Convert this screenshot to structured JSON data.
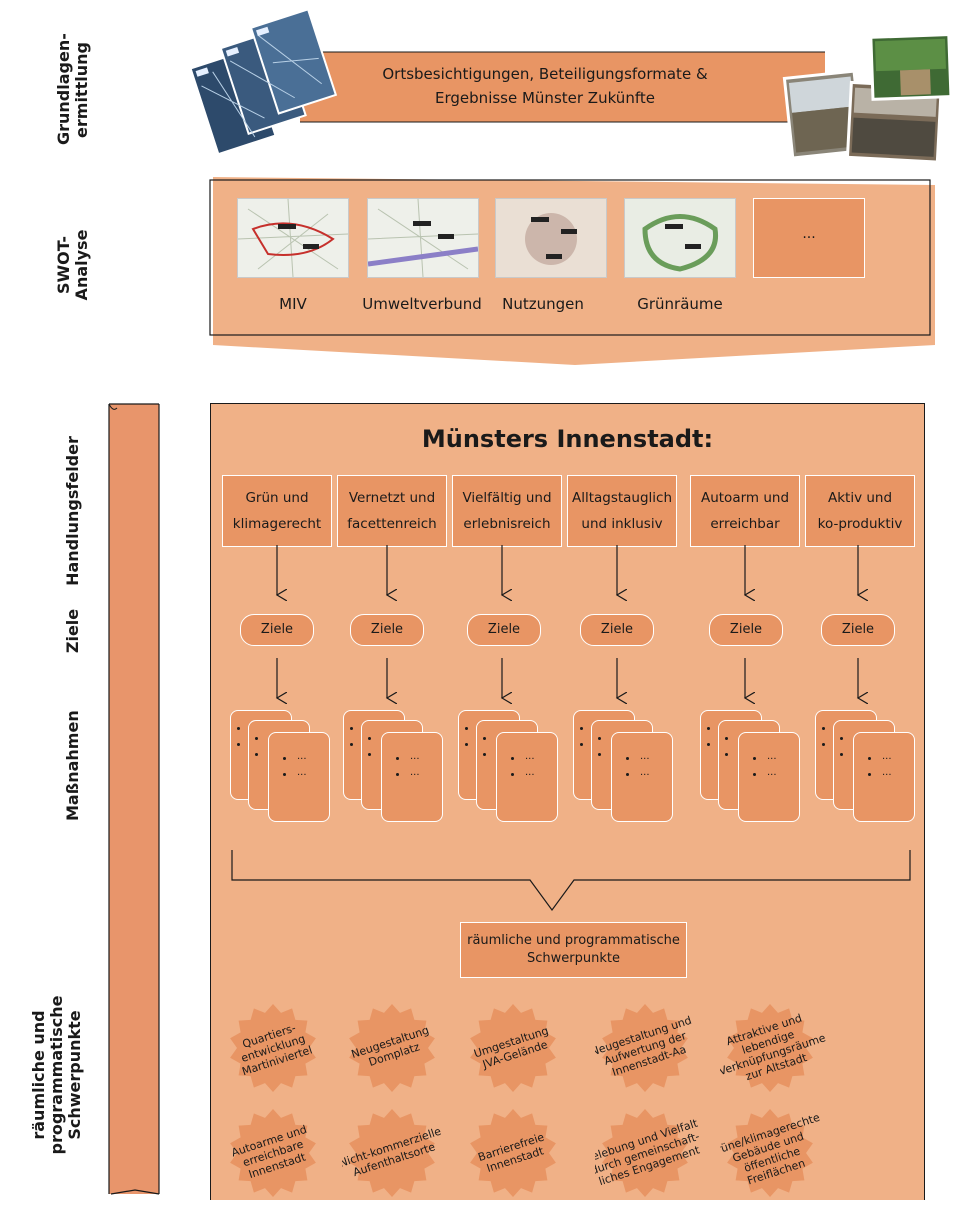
{
  "left_labels": {
    "grundlagen": "Grundlagen-\nermittlung",
    "swot": "SWOT-\nAnalyse",
    "handlungsfelder": "Handlungsfelder",
    "ziele": "Ziele",
    "massnahmen": "Maßnahmen",
    "schwerpunkte": "räumliche und\nprogrammatische\nSchwerpunkte"
  },
  "top_banner": {
    "text": "Ortsbesichtigungen, Beteiligungsformate &\nErgebnisse Münster Zukünfte"
  },
  "swot": {
    "items": [
      {
        "label": "MIV",
        "icon": "map-miv-thumbnail"
      },
      {
        "label": "Umweltverbund",
        "icon": "map-umweltverbund-thumbnail"
      },
      {
        "label": "Nutzungen",
        "icon": "map-nutzungen-thumbnail"
      },
      {
        "label": "Grünräume",
        "icon": "map-gruenraeume-thumbnail"
      },
      {
        "label": "",
        "placeholder": "..."
      }
    ]
  },
  "main": {
    "title": "Münsters Innenstadt:",
    "fields": [
      {
        "label": "Grün und\nklimagerecht"
      },
      {
        "label": "Vernetzt und\nfacettenreich"
      },
      {
        "label": "Vielfältig und\nerlebnisreich"
      },
      {
        "label": "Alltagstauglich\nund inklusiv"
      },
      {
        "label": "Autoarm und\nerreichbar"
      },
      {
        "label": "Aktiv und\nko-produktiv"
      }
    ],
    "ziele_label": "Ziele",
    "card_ellipsis": "...",
    "center_box": "räumliche und programmatische\nSchwerpunkte",
    "focus_row1": [
      [
        "Quartiers-",
        "entwicklung",
        "Martiniviertel"
      ],
      [
        "Neugestaltung",
        "Domplatz"
      ],
      [
        "Umgestaltung",
        "JVA-Gelände"
      ],
      [
        "Neugestaltung und",
        "Aufwertung der",
        "Innenstadt-Aa"
      ],
      [
        "Attraktive und",
        "lebendige",
        "Verknüpfungsräume",
        "zur Altstadt"
      ]
    ],
    "focus_row2": [
      [
        "Autoarme und",
        "erreichbare",
        "Innenstadt"
      ],
      [
        "Nicht-kommerzielle",
        "Aufenthaltsorte"
      ],
      [
        "Barrierefreie",
        "Innenstadt"
      ],
      [
        "Belebung und Vielfalt",
        "durch gemeinschaft-",
        "liches Engagement"
      ],
      [
        "Grüne/klimagerechte",
        "Gebäude und",
        "öffentliche",
        "Freiflächen"
      ]
    ]
  },
  "colors": {
    "panel": "#f0b187",
    "box": "#e89564",
    "bar": "#e8956b",
    "outline": "#1a1a1a"
  }
}
